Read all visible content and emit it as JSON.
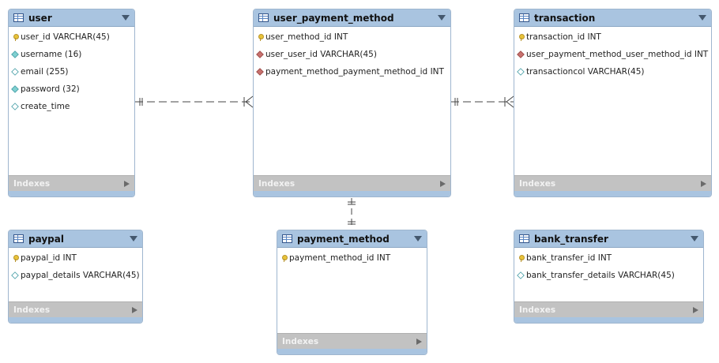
{
  "colors": {
    "header": "#a9c4e0",
    "footer": "#c2c2c2",
    "border": "#9fb6cf",
    "connector": "#444444",
    "pk_icon": "#e8c33a",
    "fk_icon": "#c8716e",
    "column_icon": "#7fd0d0"
  },
  "footer_label": "Indexes",
  "tables": {
    "user": {
      "name": "user",
      "columns": [
        {
          "text": "user_id VARCHAR(45)",
          "icon": "primary-key-icon"
        },
        {
          "text": "username (16)",
          "icon": "not-null-column-icon"
        },
        {
          "text": "email (255)",
          "icon": "column-icon"
        },
        {
          "text": "password (32)",
          "icon": "not-null-column-icon"
        },
        {
          "text": "create_time",
          "icon": "column-icon"
        }
      ]
    },
    "user_payment_method": {
      "name": "user_payment_method",
      "columns": [
        {
          "text": "user_method_id INT",
          "icon": "primary-key-icon"
        },
        {
          "text": "user_user_id VARCHAR(45)",
          "icon": "foreign-key-icon"
        },
        {
          "text": "payment_method_payment_method_id INT",
          "icon": "foreign-key-icon"
        }
      ]
    },
    "transaction": {
      "name": "transaction",
      "columns": [
        {
          "text": "transaction_id INT",
          "icon": "primary-key-icon"
        },
        {
          "text": "user_payment_method_user_method_id INT",
          "icon": "foreign-key-icon"
        },
        {
          "text": "transactioncol VARCHAR(45)",
          "icon": "column-icon"
        }
      ]
    },
    "paypal": {
      "name": "paypal",
      "columns": [
        {
          "text": "paypal_id INT",
          "icon": "primary-key-icon"
        },
        {
          "text": "paypal_details VARCHAR(45)",
          "icon": "column-icon"
        }
      ]
    },
    "payment_method": {
      "name": "payment_method",
      "columns": [
        {
          "text": "payment_method_id INT",
          "icon": "primary-key-icon"
        }
      ]
    },
    "bank_transfer": {
      "name": "bank_transfer",
      "columns": [
        {
          "text": "bank_transfer_id INT",
          "icon": "primary-key-icon"
        },
        {
          "text": "bank_transfer_details VARCHAR(45)",
          "icon": "column-icon"
        }
      ]
    }
  },
  "relationships": [
    {
      "from": "user",
      "to": "user_payment_method",
      "from_end": "one",
      "to_end": "many"
    },
    {
      "from": "user_payment_method",
      "to": "transaction",
      "from_end": "one",
      "to_end": "many"
    },
    {
      "from": "user_payment_method",
      "to": "payment_method",
      "from_end": "one",
      "to_end": "one"
    }
  ]
}
